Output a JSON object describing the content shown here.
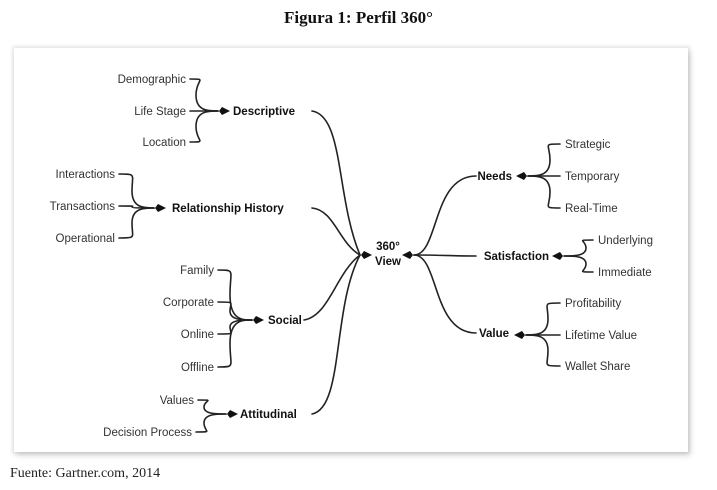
{
  "figure_title": "Figura 1: Perfil 360°",
  "source": "Fuente: Gartner.com, 2014",
  "center": {
    "line1": "360°",
    "line2": "View"
  },
  "left_groups": [
    {
      "category": "Descriptive",
      "leaves": [
        "Demographic",
        "Life Stage",
        "Location"
      ]
    },
    {
      "category": "Relationship History",
      "leaves": [
        "Interactions",
        "Transactions",
        "Operational"
      ]
    },
    {
      "category": "Social",
      "leaves": [
        "Family",
        "Corporate",
        "Online",
        "Offline"
      ]
    },
    {
      "category": "Attitudinal",
      "leaves": [
        "Values",
        "Decision Process"
      ]
    }
  ],
  "right_groups": [
    {
      "category": "Needs",
      "leaves": [
        "Strategic",
        "Temporary",
        "Real-Time"
      ]
    },
    {
      "category": "Satisfaction",
      "leaves": [
        "Underlying",
        "Immediate"
      ]
    },
    {
      "category": "Value",
      "leaves": [
        "Profitability",
        "Lifetime Value",
        "Wallet Share"
      ]
    }
  ]
}
